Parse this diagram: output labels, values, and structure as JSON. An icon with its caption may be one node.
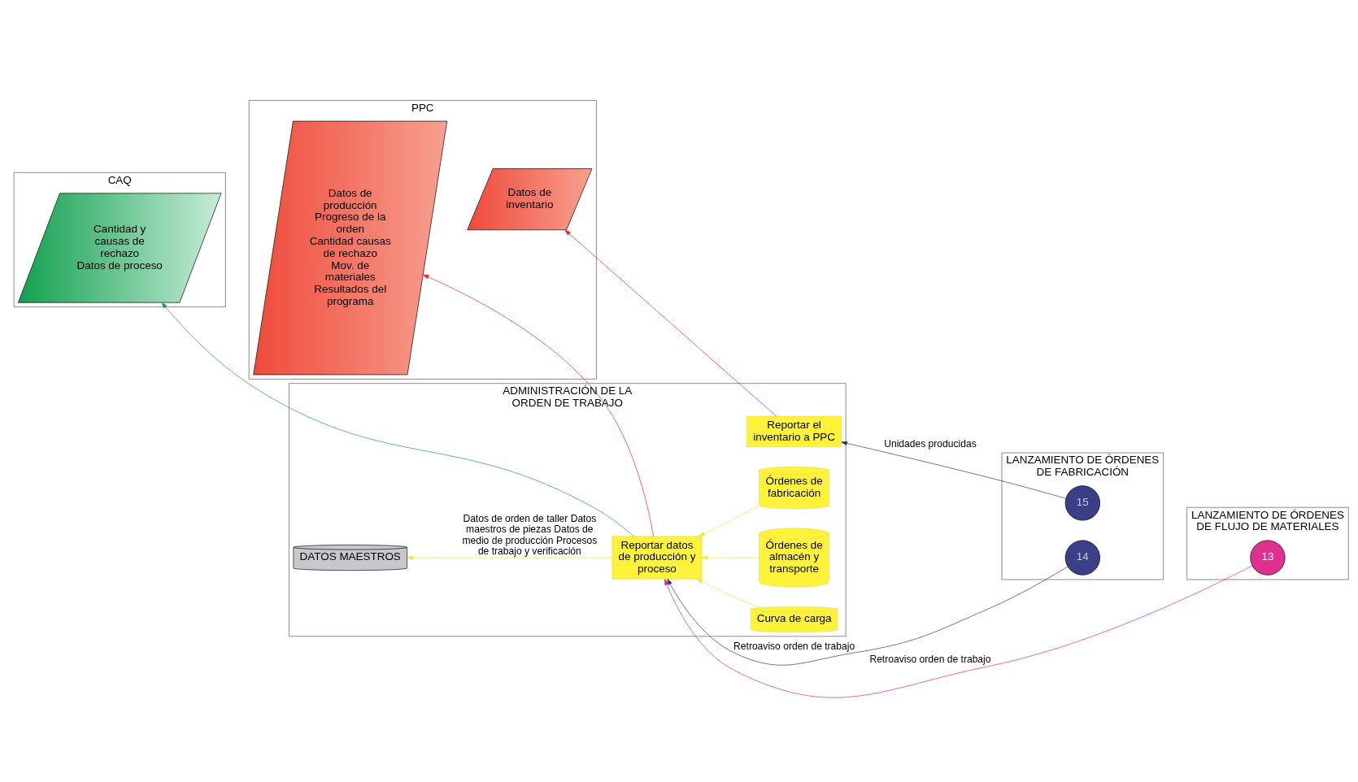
{
  "diagram": {
    "nodes": [
      {
        "text": [
          "CAQ"
        ]
      },
      {
        "text": [
          "PPC"
        ]
      },
      {
        "text": [
          "ADMINISTRACIÓN DE LA ORDEN DE TRABAJO"
        ]
      },
      {
        "text": [
          "LANZAMIENTO DE ÓRDENES DE FABRICACIÓN"
        ]
      },
      {
        "text": [
          "LANZAMIENTO DE ÓRDENES DE FLUJO DE MATERIALES"
        ]
      },
      {
        "text": [
          "Datos de inventario"
        ],
        "in": 1
      },
      {
        "text": [
          "Reportar el inventario a PPC"
        ],
        "in": 2
      },
      {
        "text": [
          "15"
        ],
        "in": 3
      },
      {
        "text": [
          "DATOS MAESTROS"
        ],
        "in": 2
      },
      {
        "text": [
          "Datos de producción",
          "Progreso de la orden",
          "Cantidad causas de rechazo",
          "Mov. de materiales",
          "Resultados del programa"
        ],
        "in": 1
      },
      {
        "text": [
          "Cantidad y causas de rechazo",
          "Datos de proceso"
        ],
        "in": 0
      },
      {
        "text": [
          "Reportar datos de producción y proceso"
        ],
        "in": 2
      },
      {
        "text": [
          "14"
        ],
        "in": 3
      },
      {
        "text": [
          "13"
        ],
        "in": 4
      },
      {
        "text": [
          "Órdenes de fabricación"
        ],
        "in": 2
      },
      {
        "text": [
          "Órdenes de almacén y transporte"
        ],
        "in": 2
      },
      {
        "text": [
          "Curva de carga"
        ],
        "in": 2
      }
    ],
    "edges": [
      {
        "from": 6,
        "to": 5,
        "arrow": "to",
        "color": "#e8202a"
      },
      {
        "from": 7,
        "to": 6,
        "arrow": "to",
        "label": "Unidades producidas",
        "color": "#2b2f6e"
      },
      {
        "from": 11,
        "to": 8,
        "arrow": "to",
        "label": "Datos de orden de taller Datos maestros de piezas Datos de medio de producción Procesos de trabajo y verificación",
        "color": "#f2e43a"
      },
      {
        "from": 11,
        "to": 9,
        "arrow": "to",
        "color": "#e8202a"
      },
      {
        "from": 11,
        "to": 10,
        "arrow": "to",
        "color": "#1a9a4a"
      },
      {
        "from": 12,
        "to": 11,
        "arrow": "to",
        "label": "Retroaviso orden de trabajo",
        "color": "#2b2f6e"
      },
      {
        "from": 13,
        "to": 11,
        "arrow": "to",
        "label": "Retroaviso orden de trabajo",
        "color": "#e0208a"
      },
      {
        "from": 14,
        "to": 11,
        "arrow": "to",
        "color": "#f2e43a"
      },
      {
        "from": 15,
        "to": 11,
        "arrow": "to",
        "color": "#f2e43a"
      },
      {
        "from": 16,
        "to": 11,
        "arrow": "to",
        "color": "#f2e43a"
      }
    ]
  }
}
